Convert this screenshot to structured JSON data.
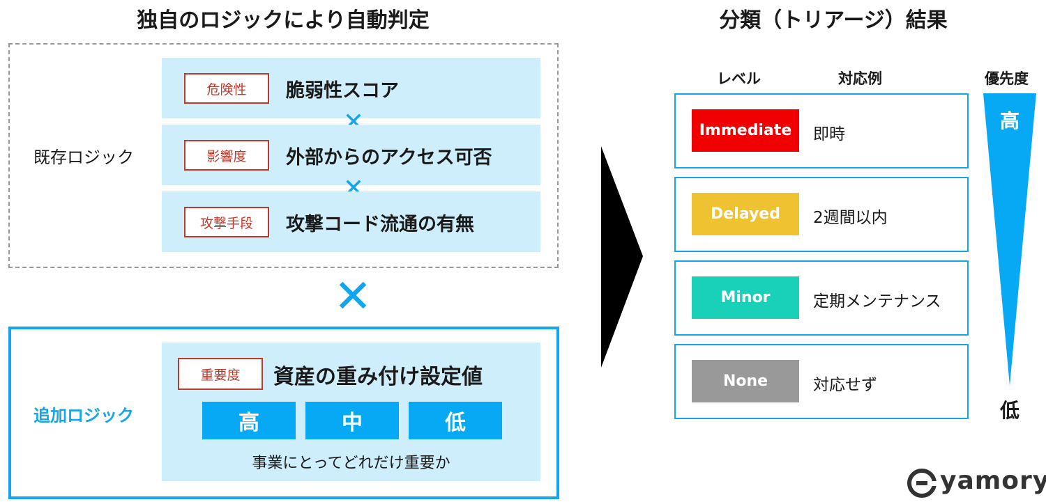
{
  "left_title": "独自のロジックにより自動判定",
  "right_title": "分類（トリアージ）結果",
  "existing": {
    "label": "既存ロジック",
    "rows": [
      {
        "tag": "危険性",
        "text": "脆弱性スコア"
      },
      {
        "tag": "影響度",
        "text": "外部からのアクセス可否"
      },
      {
        "tag": "攻撃手段",
        "text": "攻撃コード流通の有無"
      }
    ]
  },
  "cross_symbol": "✕",
  "additional": {
    "label": "追加ロジック",
    "tag": "重要度",
    "text": "資産の重み付け設定値",
    "weights": [
      "高",
      "中",
      "低"
    ],
    "caption": "事業にとってどれだけ重要か"
  },
  "headers": {
    "level": "レベル",
    "action": "対応例",
    "priority": "優先度"
  },
  "levels": [
    {
      "badge": "Immediate",
      "color": "#f00000",
      "action": "即時"
    },
    {
      "badge": "Delayed",
      "color": "#eec231",
      "action": "2週間以内"
    },
    {
      "badge": "Minor",
      "color": "#19d1b8",
      "action": "定期メンテナンス"
    },
    {
      "badge": "None",
      "color": "#999999",
      "action": "対応せず"
    }
  ],
  "priority": {
    "high": "高",
    "low": "低"
  },
  "colors": {
    "accent": "#13a6ee",
    "light": "#cfeefc",
    "tag_red": "#c0392b"
  },
  "logo": "yamory"
}
